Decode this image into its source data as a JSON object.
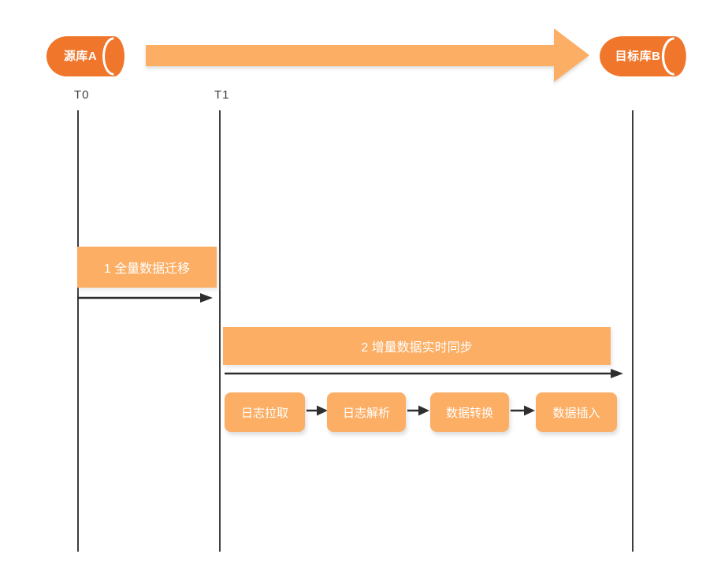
{
  "diagram": {
    "source_db": {
      "label": "源库A"
    },
    "target_db": {
      "label": "目标库B"
    },
    "timeline": {
      "t0": "T0",
      "t1": "T1"
    },
    "phases": [
      {
        "label": "1 全量数据迁移"
      },
      {
        "label": "2 增量数据实时同步"
      }
    ],
    "steps": [
      {
        "label": "日志拉取"
      },
      {
        "label": "日志解析"
      },
      {
        "label": "数据转换"
      },
      {
        "label": "数据插入"
      }
    ],
    "colors": {
      "cylinder_fill": "#f0762b",
      "box_fill": "#fbae64",
      "big_arrow_fill": "#fbae64",
      "black_arrow": "#2e2e2e",
      "timeline_line": "#3d3d3d",
      "label_text": "#3b3b3b",
      "box_text": "#ffffff"
    }
  }
}
